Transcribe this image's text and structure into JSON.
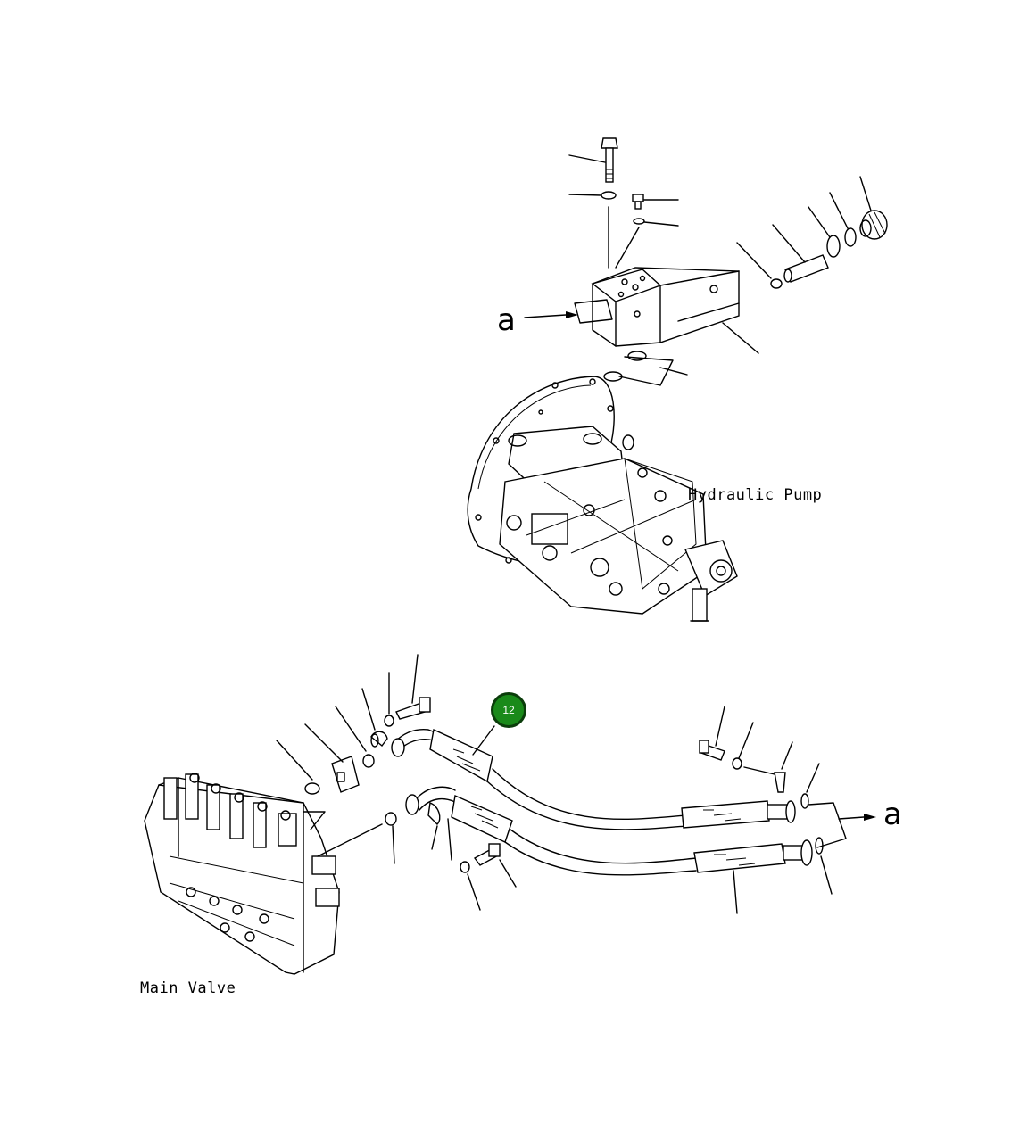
{
  "labels": {
    "hydraulic_pump": "Hydraulic Pump",
    "main_valve": "Main Valve",
    "ref_a_top": "a",
    "ref_a_right": "a"
  },
  "callouts": [
    {
      "number": "12",
      "color": "#1a8a1a"
    }
  ]
}
